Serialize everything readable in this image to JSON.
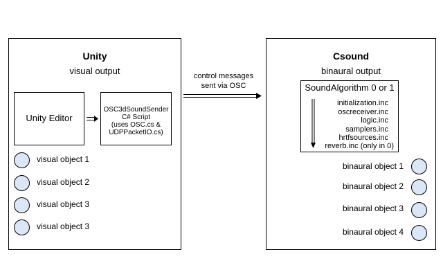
{
  "unity": {
    "title": "Unity",
    "subtitle": "visual output",
    "editor_label": "Unity Editor",
    "script_lines": [
      "OSC3dSoundSender",
      "C# Script",
      "(uses OSC.cs &",
      "UDPPacketIO.cs)"
    ],
    "objects": [
      "visual object 1",
      "visual object 2",
      "visual object 3",
      "visual object 3"
    ]
  },
  "link": {
    "lines": [
      "control messages",
      "sent via OSC"
    ]
  },
  "csound": {
    "title": "Csound",
    "subtitle": "binaural output",
    "algorithm_title": "SoundAlgorithm 0 or 1",
    "includes": [
      "initialization.inc",
      "oscreceiver.inc",
      "logic.inc",
      "samplers.inc",
      "hrtfsources.inc",
      "reverb.inc (only in 0)"
    ],
    "objects": [
      "binaural object 1",
      "binaural object 2",
      "binaural object 3",
      "binaural object 4"
    ]
  },
  "colors": {
    "object_fill": "#dbe7f6",
    "stroke": "#000000"
  }
}
